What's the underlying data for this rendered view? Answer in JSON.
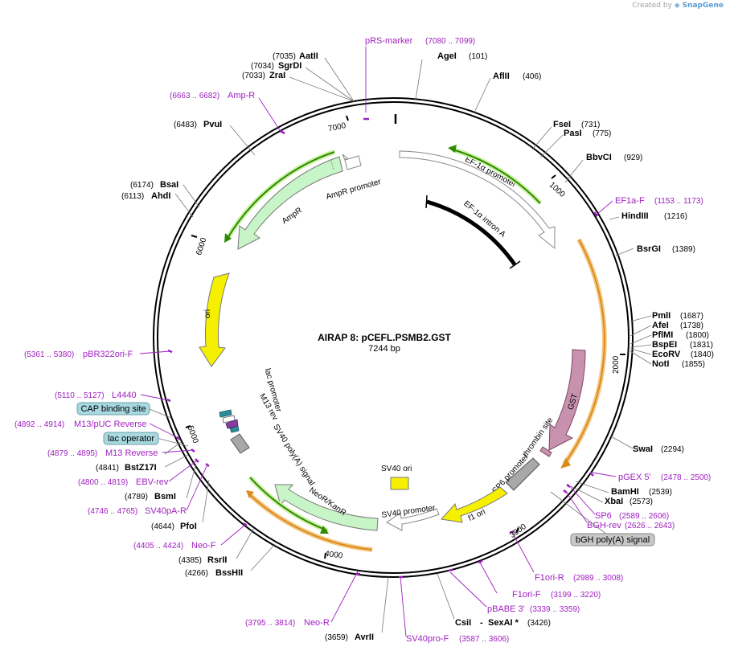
{
  "credit": {
    "prefix": "Created by",
    "brand": "SnapGene"
  },
  "plasmid": {
    "name": "AIRAP 8: pCEFL.PSMB2.GST",
    "length": "7244 bp"
  },
  "ticks": [
    "1000",
    "2000",
    "3000",
    "4000",
    "5000",
    "6000",
    "7000"
  ],
  "features": [
    {
      "name": "EF-1α promoter",
      "color": "#ffffff"
    },
    {
      "name": "EF-1α intron A",
      "color": "#000000"
    },
    {
      "name": "GST",
      "color": "#c891ad"
    },
    {
      "name": "thrombin site",
      "color": "#c891ad"
    },
    {
      "name": "SP6 promoter",
      "color": "#ffffff"
    },
    {
      "name": "f1 ori",
      "color": "#f5f000"
    },
    {
      "name": "SV40 promoter",
      "color": "#ffffff"
    },
    {
      "name": "SV40 ori",
      "color": "#f5f000"
    },
    {
      "name": "NeoR/KanR",
      "color": "#c8f5c8"
    },
    {
      "name": "SV40 poly(A) signal",
      "color": "#a8a8a8"
    },
    {
      "name": "M13 rev",
      "color": "#ffffff"
    },
    {
      "name": "lac promoter",
      "color": "#ffffff"
    },
    {
      "name": "ori",
      "color": "#f5f000"
    },
    {
      "name": "AmpR",
      "color": "#c8f5c8"
    },
    {
      "name": "AmpR promoter",
      "color": "#ffffff"
    }
  ],
  "boxed_labels": [
    {
      "name": "CAP binding site",
      "color": "#a8d8e0"
    },
    {
      "name": "lac operator",
      "color": "#a8d8e0"
    },
    {
      "name": "bGH poly(A) signal",
      "color": "#c8c8c8"
    }
  ],
  "sites": [
    {
      "name": "AatII",
      "pos": "(7035)"
    },
    {
      "name": "SgrDI",
      "pos": "(7034)"
    },
    {
      "name": "ZraI",
      "pos": "(7033)"
    },
    {
      "name": "AgeI",
      "pos": "(101)"
    },
    {
      "name": "AflII",
      "pos": "(406)"
    },
    {
      "name": "FseI",
      "pos": "(731)"
    },
    {
      "name": "PasI",
      "pos": "(775)"
    },
    {
      "name": "BbvCI",
      "pos": "(929)"
    },
    {
      "name": "HindIII",
      "pos": "(1216)"
    },
    {
      "name": "BsrGI",
      "pos": "(1389)"
    },
    {
      "name": "PmlI",
      "pos": "(1687)"
    },
    {
      "name": "AfeI",
      "pos": "(1738)"
    },
    {
      "name": "PflMI",
      "pos": "(1800)"
    },
    {
      "name": "BspEI",
      "pos": "(1831)"
    },
    {
      "name": "EcoRV",
      "pos": "(1840)"
    },
    {
      "name": "NotI",
      "pos": "(1855)"
    },
    {
      "name": "SwaI",
      "pos": "(2294)"
    },
    {
      "name": "BamHI",
      "pos": "(2539)"
    },
    {
      "name": "XbaI",
      "pos": "(2573)"
    },
    {
      "name": "CsiI",
      "pos": ""
    },
    {
      "name": "SexAI *",
      "pos": "(3426)"
    },
    {
      "name": "AvrII",
      "pos": "(3659)"
    },
    {
      "name": "BssHII",
      "pos": "(4266)"
    },
    {
      "name": "RsrII",
      "pos": "(4385)"
    },
    {
      "name": "PfoI",
      "pos": "(4644)"
    },
    {
      "name": "BsmI",
      "pos": "(4789)"
    },
    {
      "name": "BstZ17I",
      "pos": "(4841)"
    },
    {
      "name": "AhdI",
      "pos": "(6113)"
    },
    {
      "name": "BsaI",
      "pos": "(6174)"
    },
    {
      "name": "PvuI",
      "pos": "(6483)"
    }
  ],
  "primers": [
    {
      "name": "pRS-marker",
      "pos": "(7080 .. 7099)"
    },
    {
      "name": "Amp-R",
      "pos": "(6663 .. 6682)"
    },
    {
      "name": "EF1a-F",
      "pos": "(1153 .. 1173)"
    },
    {
      "name": "pGEX 5'",
      "pos": "(2478 .. 2500)"
    },
    {
      "name": "SP6",
      "pos": "(2589 .. 2606)"
    },
    {
      "name": "BGH-rev",
      "pos": "(2626 .. 2643)"
    },
    {
      "name": "F1ori-R",
      "pos": "(2989 .. 3008)"
    },
    {
      "name": "F1ori-F",
      "pos": "(3199 .. 3220)"
    },
    {
      "name": "pBABE 3'",
      "pos": "(3339 .. 3359)"
    },
    {
      "name": "SV40pro-F",
      "pos": "(3587 .. 3606)"
    },
    {
      "name": "Neo-R",
      "pos": "(3795 .. 3814)"
    },
    {
      "name": "Neo-F",
      "pos": "(4405 .. 4424)"
    },
    {
      "name": "SV40pA-R",
      "pos": "(4746 .. 4765)"
    },
    {
      "name": "EBV-rev",
      "pos": "(4800 .. 4819)"
    },
    {
      "name": "M13 Reverse",
      "pos": "(4879 .. 4895)"
    },
    {
      "name": "M13/pUC Reverse",
      "pos": "(4892 .. 4914)"
    },
    {
      "name": "L4440",
      "pos": "(5110 .. 5127)"
    },
    {
      "name": "pBR322ori-F",
      "pos": "(5361 .. 5380)"
    }
  ]
}
